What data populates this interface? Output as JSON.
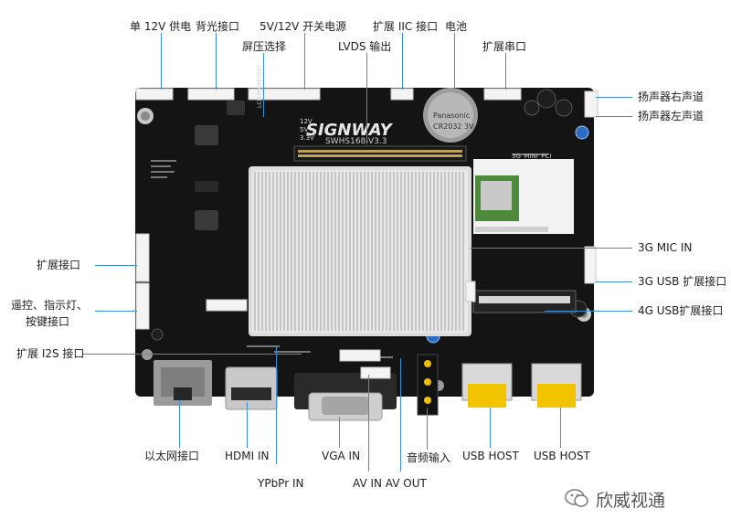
{
  "board": {
    "brand": "SIGNWAY",
    "model": "SWHS168-V3.3",
    "battery_text": "CR2032 3V",
    "battery_maker": "Panasonic",
    "module_label": "3G_MINI_PCI",
    "lcd_power_label": "LCD POWERSET",
    "voltages": [
      "12V",
      "5V",
      "3.3V"
    ]
  },
  "labels": {
    "top": [
      "单 12V 供电",
      "背光接口",
      "5V/12V 开关电源",
      "扩展 IIC 接口",
      "电池",
      "屏压选择",
      "LVDS 输出",
      "扩展串口"
    ],
    "right": [
      "扬声器右声道",
      "扬声器左声道",
      "3G MIC IN",
      "3G USB 扩展接口",
      "4G USB扩展接口"
    ],
    "left": [
      "扩展接口",
      "遥控、指示灯、",
      "按键接口",
      "扩展 I2S 接口"
    ],
    "bottom": [
      "以太网接口",
      "HDMI IN",
      "YPbPr IN",
      "VGA IN",
      "AV IN AV OUT",
      "音频输入",
      "USB HOST",
      "USB HOST"
    ]
  },
  "watermark": "欣威视通"
}
